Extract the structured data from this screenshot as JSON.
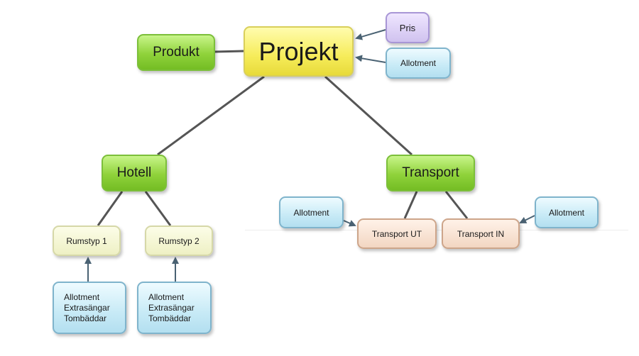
{
  "nodes": {
    "projekt": "Projekt",
    "produkt": "Produkt",
    "pris": "Pris",
    "allotment_top": "Allotment",
    "hotell": "Hotell",
    "transport": "Transport",
    "rumstyp1": "Rumstyp 1",
    "rumstyp2": "Rumstyp 2",
    "allotment_left": "Allotment",
    "allotment_right": "Allotment",
    "transport_ut": "Transport UT",
    "transport_in": "Transport IN",
    "room1_details": [
      "Allotment",
      "Extrasängar",
      "Tombäddar"
    ],
    "room2_details": [
      "Allotment",
      "Extrasängar",
      "Tombäddar"
    ]
  },
  "colors": {
    "green": "#8fd23a",
    "yellow": "#f6ec5a",
    "purple": "#d0c2ef",
    "blue": "#c7eaf6",
    "cream": "#eef0c4",
    "peach": "#f2d6c2",
    "line": "#555555",
    "arrow": "#4a6273"
  }
}
